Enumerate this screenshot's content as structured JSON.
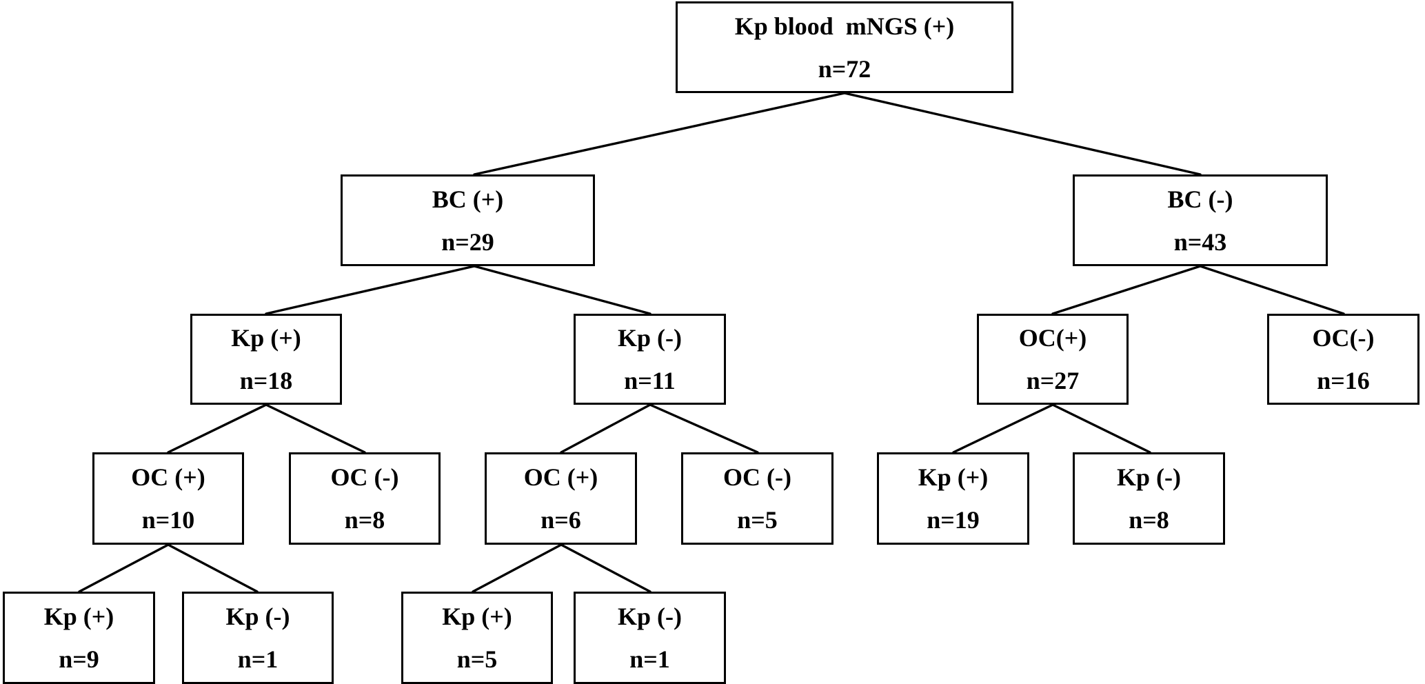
{
  "nodes": [
    {
      "id": "root",
      "label": "Kp blood  mNGS (+)",
      "count": "n=72"
    },
    {
      "id": "bc_pos",
      "label": "BC (+)",
      "count": "n=29"
    },
    {
      "id": "bc_neg",
      "label": "BC (-)",
      "count": "n=43"
    },
    {
      "id": "bc_pos_kp_pos",
      "label": "Kp (+)",
      "count": "n=18"
    },
    {
      "id": "bc_pos_kp_neg",
      "label": "Kp (-)",
      "count": "n=11"
    },
    {
      "id": "bc_neg_oc_pos",
      "label": "OC(+)",
      "count": "n=27"
    },
    {
      "id": "bc_neg_oc_neg",
      "label": "OC(-)",
      "count": "n=16"
    },
    {
      "id": "kp_pos_oc_pos",
      "label": "OC (+)",
      "count": "n=10"
    },
    {
      "id": "kp_pos_oc_neg",
      "label": "OC (-)",
      "count": "n=8"
    },
    {
      "id": "kp_neg_oc_pos",
      "label": "OC (+)",
      "count": "n=6"
    },
    {
      "id": "kp_neg_oc_neg",
      "label": "OC (-)",
      "count": "n=5"
    },
    {
      "id": "oc27_kp_pos",
      "label": "Kp (+)",
      "count": "n=19"
    },
    {
      "id": "oc27_kp_neg",
      "label": "Kp (-)",
      "count": "n=8"
    },
    {
      "id": "oc10_kp_pos",
      "label": "Kp (+)",
      "count": "n=9"
    },
    {
      "id": "oc10_kp_neg",
      "label": "Kp (-)",
      "count": "n=1"
    },
    {
      "id": "oc6_kp_pos",
      "label": "Kp (+)",
      "count": "n=5"
    },
    {
      "id": "oc6_kp_neg",
      "label": "Kp (-)",
      "count": "n=1"
    }
  ]
}
